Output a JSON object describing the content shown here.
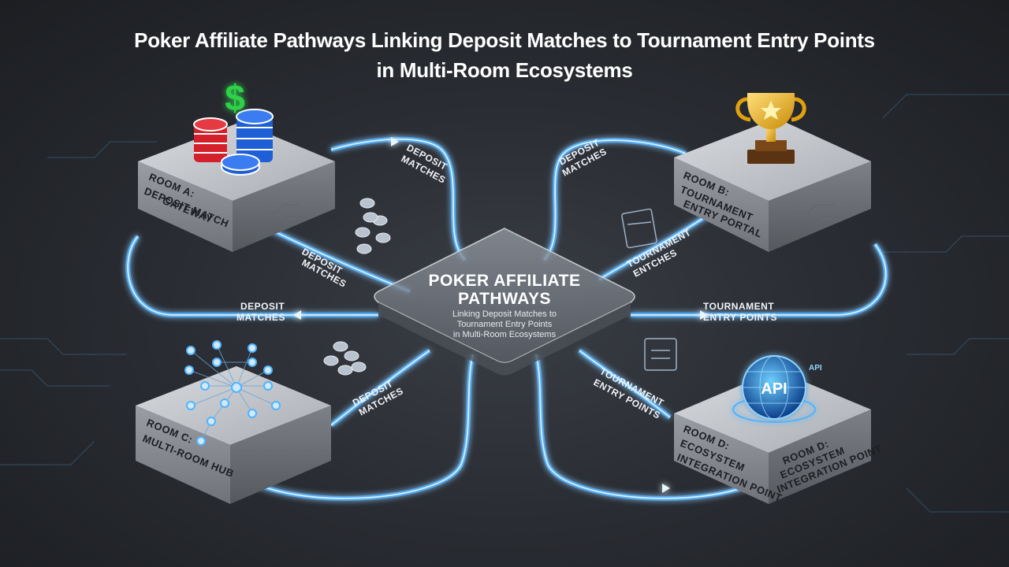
{
  "title": {
    "line1": "Poker Affiliate Pathways Linking Deposit Matches to Tournament Entry Points",
    "line2": "in Multi-Room Ecosystems"
  },
  "hub": {
    "title_line1": "POKER AFFILIATE",
    "title_line2": "PATHWAYS",
    "subtitle_line1": "Linking Deposit Matches to",
    "subtitle_line2": "Tournament Entry Points",
    "subtitle_line3": "in Multi-Room Ecosystems"
  },
  "rooms": {
    "a": {
      "line1": "ROOM A:",
      "line2": "DEPOSIT MATCH",
      "line3": "GATEWAY",
      "icon": "poker-chips-dollar-icon"
    },
    "b": {
      "line1": "ROOM B:",
      "line2": "TOURNAMENT",
      "line3": "ENTRY PORTAL",
      "icon": "trophy-icon"
    },
    "c": {
      "line1": "ROOM C:",
      "line2": "MULTI-ROOM HUB",
      "icon": "network-nodes-icon"
    },
    "d": {
      "line1": "ROOM D:",
      "line2": "ECOSYSTEM",
      "line3": "INTEGRATION POINT",
      "icon": "api-globe-icon"
    },
    "d_side": {
      "line1": "ROOM D:",
      "line2": "ECOSYSTEM",
      "line3": "INTEGRATION POINT"
    }
  },
  "api_label": "API",
  "api_small": "API",
  "dollar": "$",
  "paths": {
    "top_left": {
      "line1": "DEPOSIT",
      "line2": "MATCHES"
    },
    "top_right": {
      "line1": "DEPOSIT",
      "line2": "MATCHES"
    },
    "upper_left_diag": {
      "line1": "DEPOSIT",
      "line2": "MATCHES"
    },
    "upper_right_diag": {
      "line1": "TOURNAMENT",
      "line2": "ENTCHES"
    },
    "left": {
      "line1": "DEPOSIT",
      "line2": "MATCHES"
    },
    "right": {
      "line1": "TOURNAMENT",
      "line2": "ENTRY POINTS"
    },
    "lower_left_diag": {
      "line1": "DEPOSIT",
      "line2": "MATCHES"
    },
    "lower_right_diag": {
      "line1": "TOURNAMENT",
      "line2": "ENTRY POINTS"
    }
  },
  "colors": {
    "path_glow": "#4fb4ff",
    "path_core": "#d8f0ff",
    "box_top": "#c9ccd1",
    "box_side": "#8e9298",
    "chip_red": "#d4202a",
    "chip_blue": "#1f5fd6",
    "dollar_green": "#2fd14a",
    "trophy_gold": "#f2b418"
  }
}
